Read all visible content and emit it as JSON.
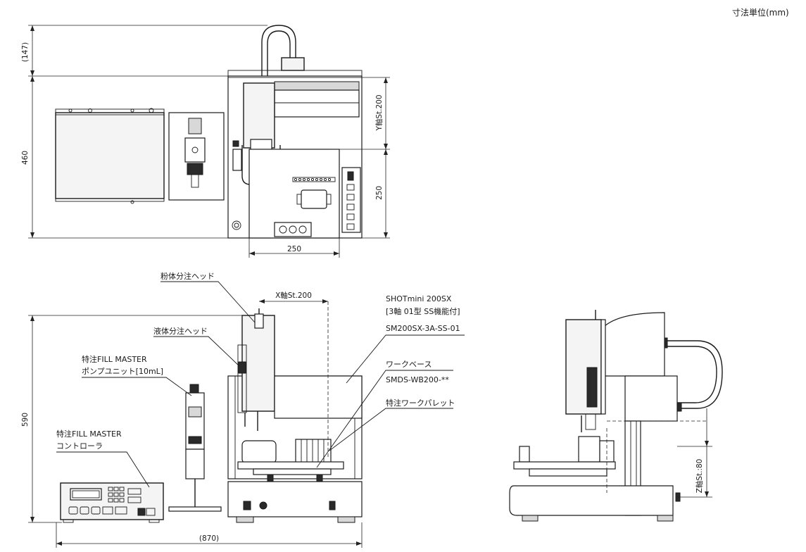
{
  "unit_note": "寸法単位(mm)",
  "top_view": {
    "dim_top_offset": "(147)",
    "dim_depth": "460",
    "dim_y_stroke": "Y軸St.200",
    "dim_y_base": "250",
    "dim_x_base": "250"
  },
  "front_view": {
    "dim_height": "590",
    "dim_x_stroke": "X軸St.200",
    "dim_total_width": "(870)",
    "callouts": {
      "powder_head": "粉体分注ヘッド",
      "liquid_head": "液体分注ヘッド",
      "pump_unit_line1": "特注FILL MASTER",
      "pump_unit_line2": "ポンプユニット[10mL]",
      "controller_line1": "特注FILL MASTER",
      "controller_line2": "コントローラ",
      "robot_line1": "SHOTmini 200SX",
      "robot_line2": "[3軸 01型 SS機能付]",
      "robot_model": "SM200SX-3A-SS-01",
      "workbase_line1": "ワークベース",
      "workbase_model": "SMDS-WB200-**",
      "pallet": "特注ワークパレット"
    }
  },
  "side_view": {
    "dim_z_stroke": "Z軸St.:80"
  }
}
